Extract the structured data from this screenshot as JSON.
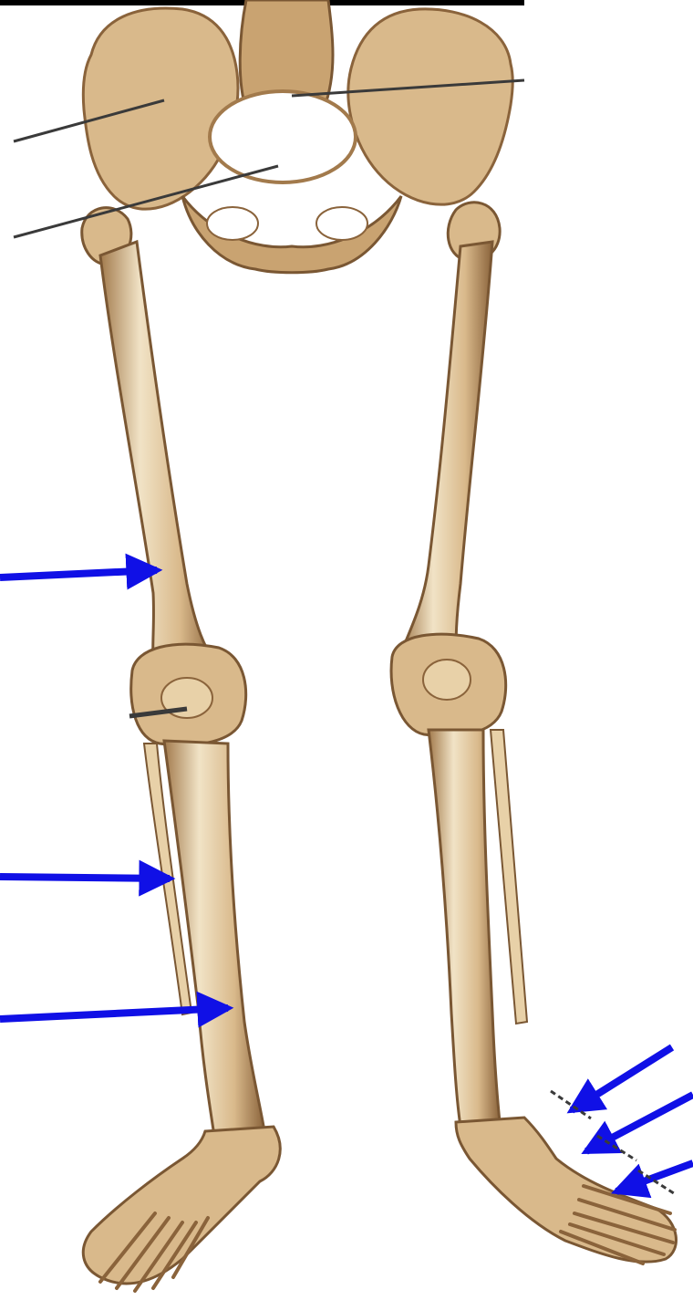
{
  "figure": {
    "subject": "skeleton-lower-limbs-and-pelvis",
    "has_text_labels": false
  },
  "palette": {
    "background": "#ffffff",
    "bone_light": "#f1e3c6",
    "bone_mid": "#d9b98b",
    "bone_shadow": "#a27a4c",
    "bone_dark": "#7a5733",
    "leader_line": "#3a3a3a",
    "arrow": "#1010e6",
    "top_rule": "#000000"
  },
  "pointers": {
    "leader_lines": [
      {
        "target": "ilium"
      },
      {
        "target": "sacrum"
      },
      {
        "target": "pubis"
      },
      {
        "target": "patella"
      }
    ],
    "blue_arrows": [
      {
        "target": "femur"
      },
      {
        "target": "fibula"
      },
      {
        "target": "tibia"
      },
      {
        "target": "tarsals"
      },
      {
        "target": "metatarsals"
      },
      {
        "target": "phalanges"
      }
    ]
  }
}
